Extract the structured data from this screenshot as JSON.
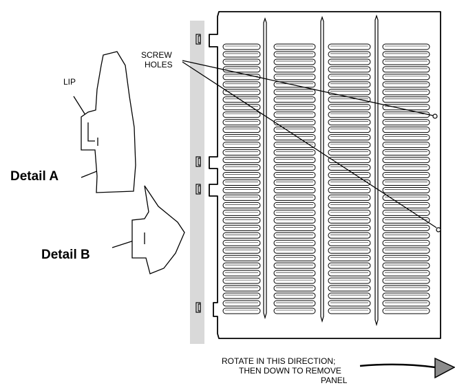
{
  "labels": {
    "lip": "LIP",
    "screw_holes_line1": "SCREW",
    "screw_holes_line2": "HOLES",
    "detail_a": "Detail A",
    "detail_b": "Detail B",
    "rotate_line1": "ROTATE IN THIS DIRECTION;",
    "rotate_line2": "THEN DOWN TO REMOVE",
    "rotate_line3": "PANEL"
  },
  "panel": {
    "louver_columns": 4,
    "louvers_per_column": 36,
    "screw_hole_count": 2
  },
  "colors": {
    "line": "#000000",
    "wall": "#d9d9d9",
    "arrow": "#8c8c8c"
  }
}
